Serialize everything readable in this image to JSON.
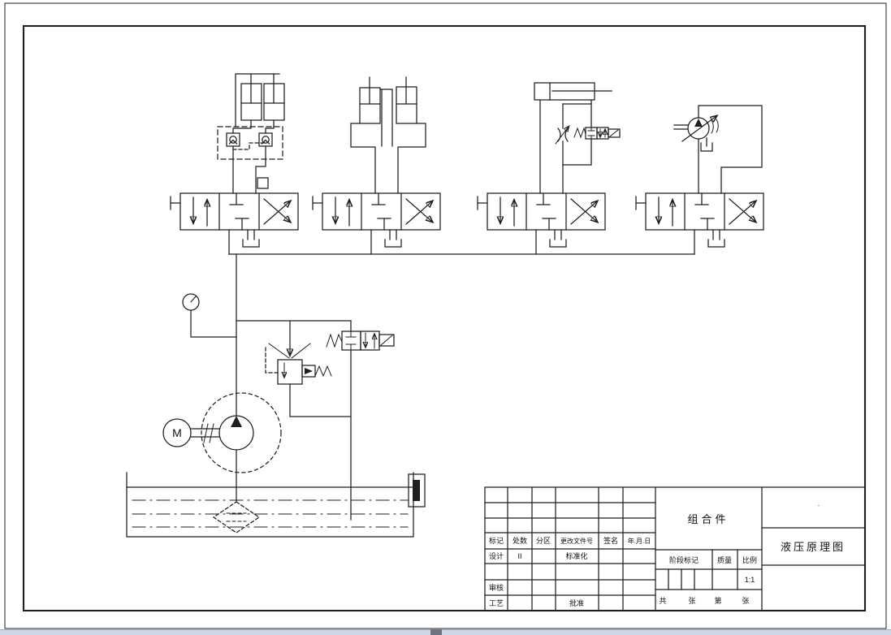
{
  "title_block": {
    "part_name": "组合件",
    "drawing_title": "液压原理图",
    "scale_value": "1:1",
    "rev_mark": "标记",
    "rev_count": "处数",
    "rev_zone": "分区",
    "rev_doc": "更改文件号",
    "rev_sig": "签名",
    "rev_date": "年.月.日",
    "design": "设计",
    "design_sig": "II",
    "standardization": "标准化",
    "check": "审核",
    "process": "工艺",
    "approve": "批准",
    "stage_mark": "阶段标记",
    "mass": "质量",
    "scale_label": "比例",
    "total_label": "共",
    "total_unit": "张",
    "page_label": "第",
    "page_unit": "张",
    "stray_dot": "·"
  },
  "schematic": {
    "motor_label": "M"
  },
  "components": [
    "press-cylinders-with-hydraulic-lock",
    "twin-cylinders-on-manifold",
    "horizontal-cylinder-with-meter-out-throttle",
    "bypass-solenoid-valve",
    "variable-displacement-motor",
    "directional-valve-1",
    "directional-valve-2",
    "directional-valve-3",
    "directional-valve-4",
    "pressure-gauge",
    "pilot-relief-valve",
    "unloading-solenoid-valve",
    "electric-motor",
    "hydraulic-pump",
    "suction-filter",
    "oil-tank",
    "level-gauge"
  ],
  "colors": {
    "line": "#1f1f1f",
    "paper": "#ffffff",
    "bottom_strip": "#cdd9e6"
  }
}
